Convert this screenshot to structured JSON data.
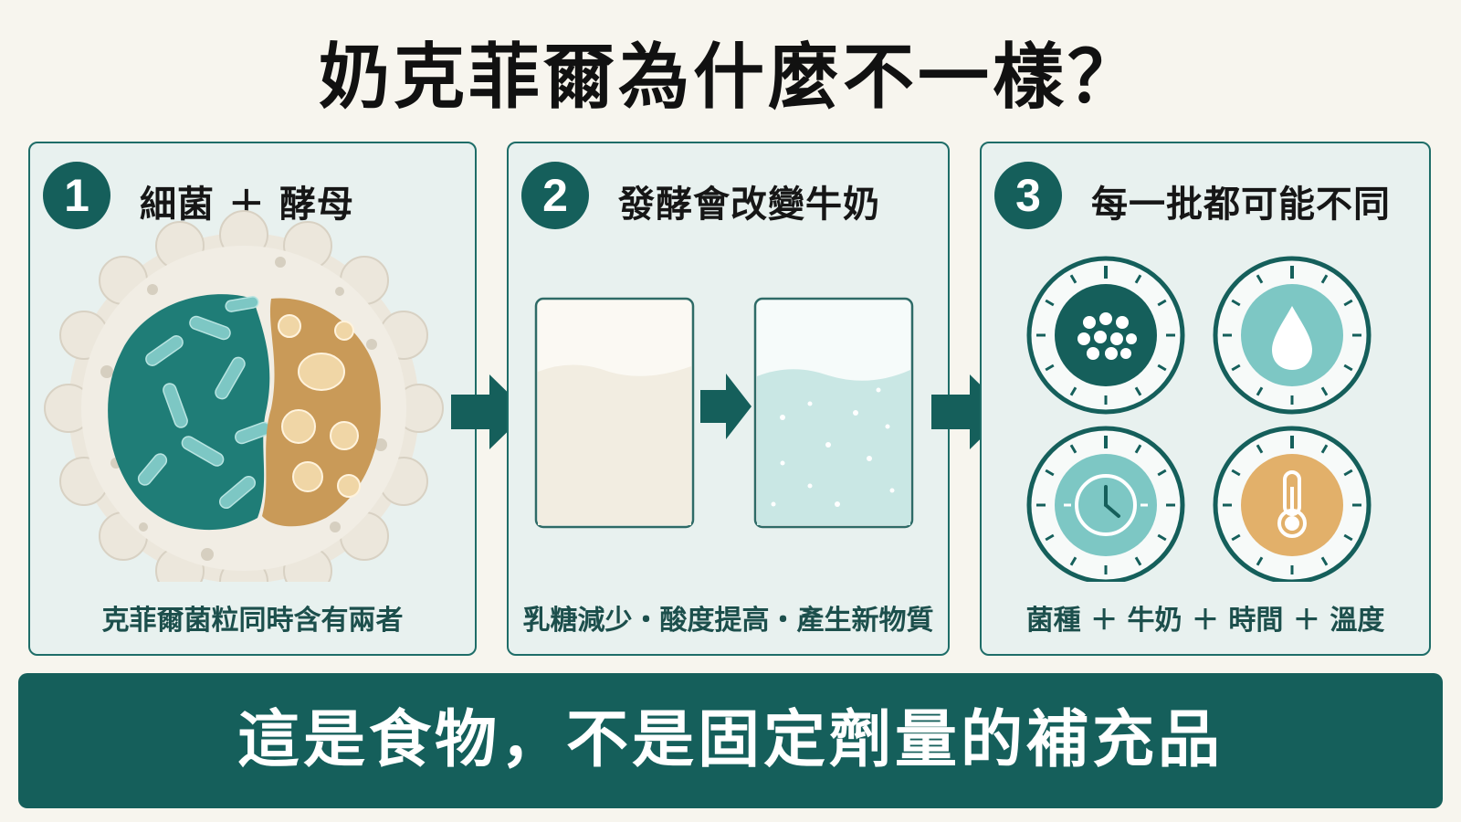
{
  "title": "奶克菲爾為什麼不一樣？",
  "panels": [
    {
      "number": "1",
      "heading": "細菌 ＋ 酵母",
      "caption": "克菲爾菌粒同時含有兩者"
    },
    {
      "number": "2",
      "heading": "發酵會改變牛奶",
      "caption": "乳糖減少・酸度提高・產生新物質"
    },
    {
      "number": "3",
      "heading": "每一批都可能不同",
      "caption": "菌種 ＋ 牛奶 ＋ 時間 ＋ 溫度"
    }
  ],
  "factor_icons": [
    "bacteria-icon",
    "milk-drop-icon",
    "clock-icon",
    "thermometer-icon"
  ],
  "banner": "這是食物，不是固定劑量的補充品",
  "colors": {
    "teal_dark": "#155f5b",
    "teal_light": "#7dc7c4",
    "tan": "#e2b06a",
    "panel_bg": "#e8f1ef",
    "page_bg": "#f7f5ee"
  }
}
